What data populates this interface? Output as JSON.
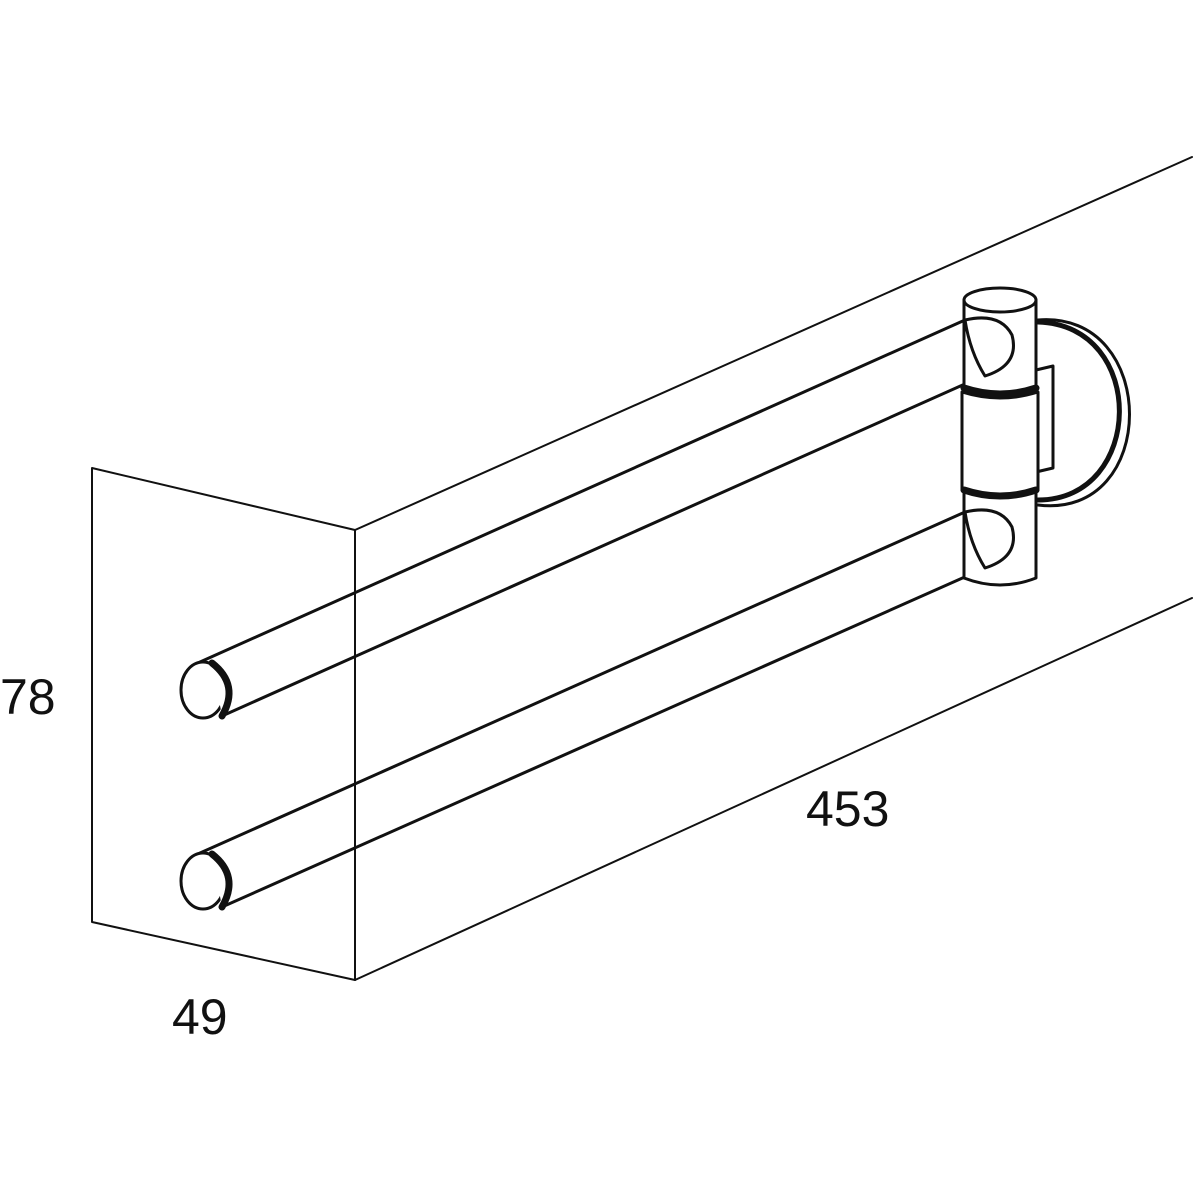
{
  "dimensions": {
    "height": "78",
    "length": "453",
    "depth": "49"
  },
  "colors": {
    "line": "#111111",
    "background": "#ffffff"
  }
}
